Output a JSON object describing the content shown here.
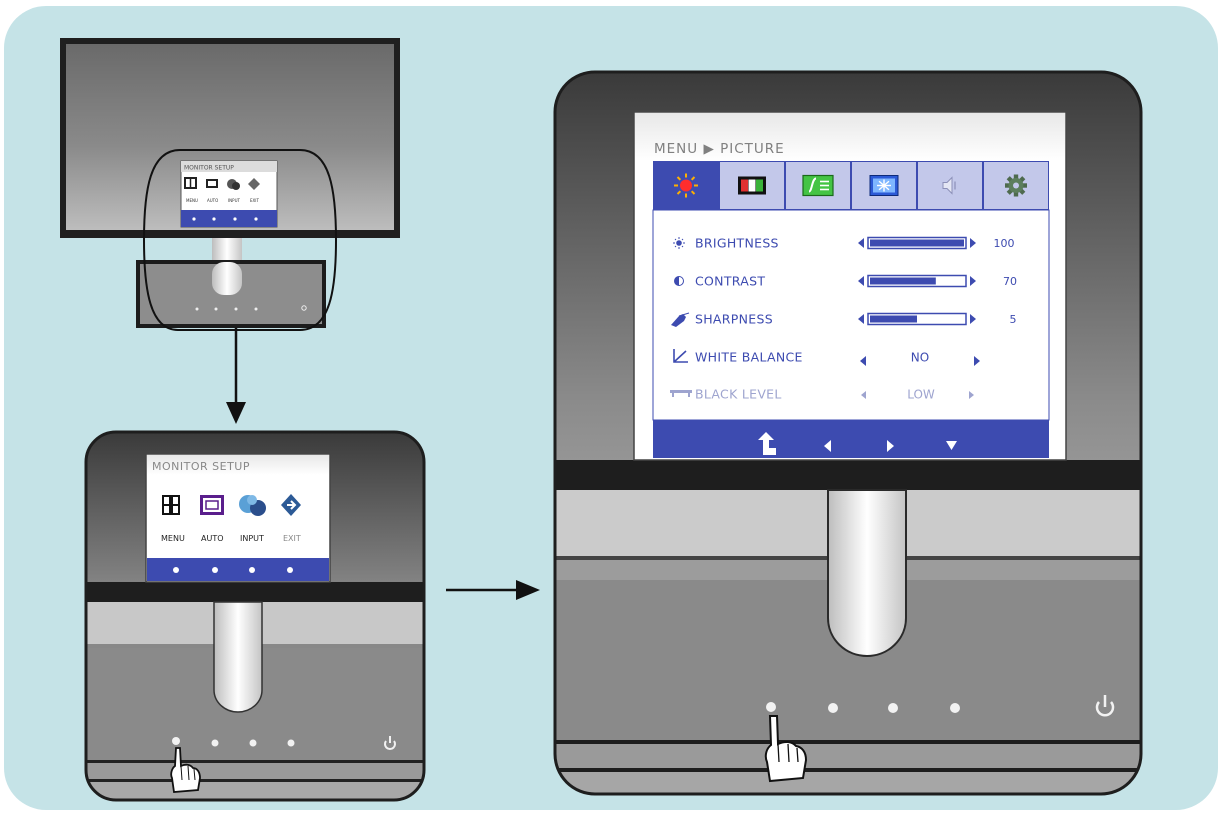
{
  "colors": {
    "background_panel": "#c5e3e7",
    "osd_blue": "#3d4bb0",
    "osd_light": "#ffffff",
    "bezel_dark": "#1e1e1e",
    "bezel_grey": "#7a7a7a"
  },
  "small_monitor": {
    "osd_title": "MONITOR SETUP",
    "osd_items": [
      "MENU",
      "AUTO",
      "INPUT",
      "EXIT"
    ]
  },
  "monitor_setup": {
    "title": "MONITOR SETUP",
    "items": [
      {
        "label": "MENU",
        "icon": "menu-icon"
      },
      {
        "label": "AUTO",
        "icon": "auto-icon"
      },
      {
        "label": "INPUT",
        "icon": "input-icon"
      },
      {
        "label": "EXIT",
        "icon": "exit-icon"
      }
    ]
  },
  "picture_menu": {
    "breadcrumb": "MENU ▶ PICTURE",
    "tabs": [
      {
        "name": "picture",
        "icon": "sun-icon",
        "active": true
      },
      {
        "name": "color",
        "icon": "color-bars-icon",
        "active": false
      },
      {
        "name": "display",
        "icon": "display-icon",
        "active": false
      },
      {
        "name": "image",
        "icon": "image-icon",
        "active": false
      },
      {
        "name": "audio",
        "icon": "speaker-icon",
        "active": false
      },
      {
        "name": "settings",
        "icon": "gear-icon",
        "active": false
      }
    ],
    "settings": [
      {
        "label": "BRIGHTNESS",
        "icon": "brightness-icon",
        "type": "slider",
        "value": 100,
        "max": 100,
        "display": "100",
        "enabled": true
      },
      {
        "label": "CONTRAST",
        "icon": "contrast-icon",
        "type": "slider",
        "value": 70,
        "max": 100,
        "display": "70",
        "enabled": true
      },
      {
        "label": "SHARPNESS",
        "icon": "sharpness-icon",
        "type": "slider",
        "value": 5,
        "max": 10,
        "display": "5",
        "enabled": true
      },
      {
        "label": "WHITE BALANCE",
        "icon": "white-balance-icon",
        "type": "choice",
        "display": "NO",
        "enabled": true
      },
      {
        "label": "BLACK LEVEL",
        "icon": "black-level-icon",
        "type": "choice",
        "display": "LOW",
        "enabled": false
      }
    ],
    "nav_buttons": [
      "back-icon",
      "left-arrow-icon",
      "right-arrow-icon",
      "down-arrow-icon"
    ]
  },
  "buttons": {
    "front_buttons": [
      "menu-button",
      "auto-button",
      "input-button",
      "exit-button"
    ],
    "power": "power-icon"
  }
}
